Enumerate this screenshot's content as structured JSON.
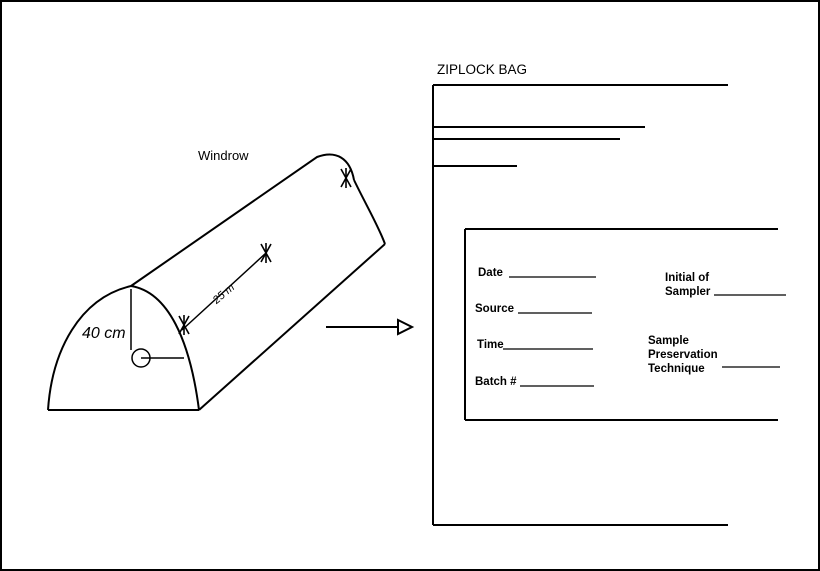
{
  "windrow": {
    "label": "Windrow",
    "height_label": "40 cm",
    "spacing_label": "25 m"
  },
  "bag": {
    "title": "ZIPLOCK BAG",
    "form": {
      "date": "Date",
      "source": "Source",
      "time": "Time",
      "batch": "Batch #",
      "initial_line1": "Initial of",
      "initial_line2": "Sampler",
      "preservation_line1": "Sample",
      "preservation_line2": "Preservation",
      "preservation_line3": "Technique"
    }
  }
}
